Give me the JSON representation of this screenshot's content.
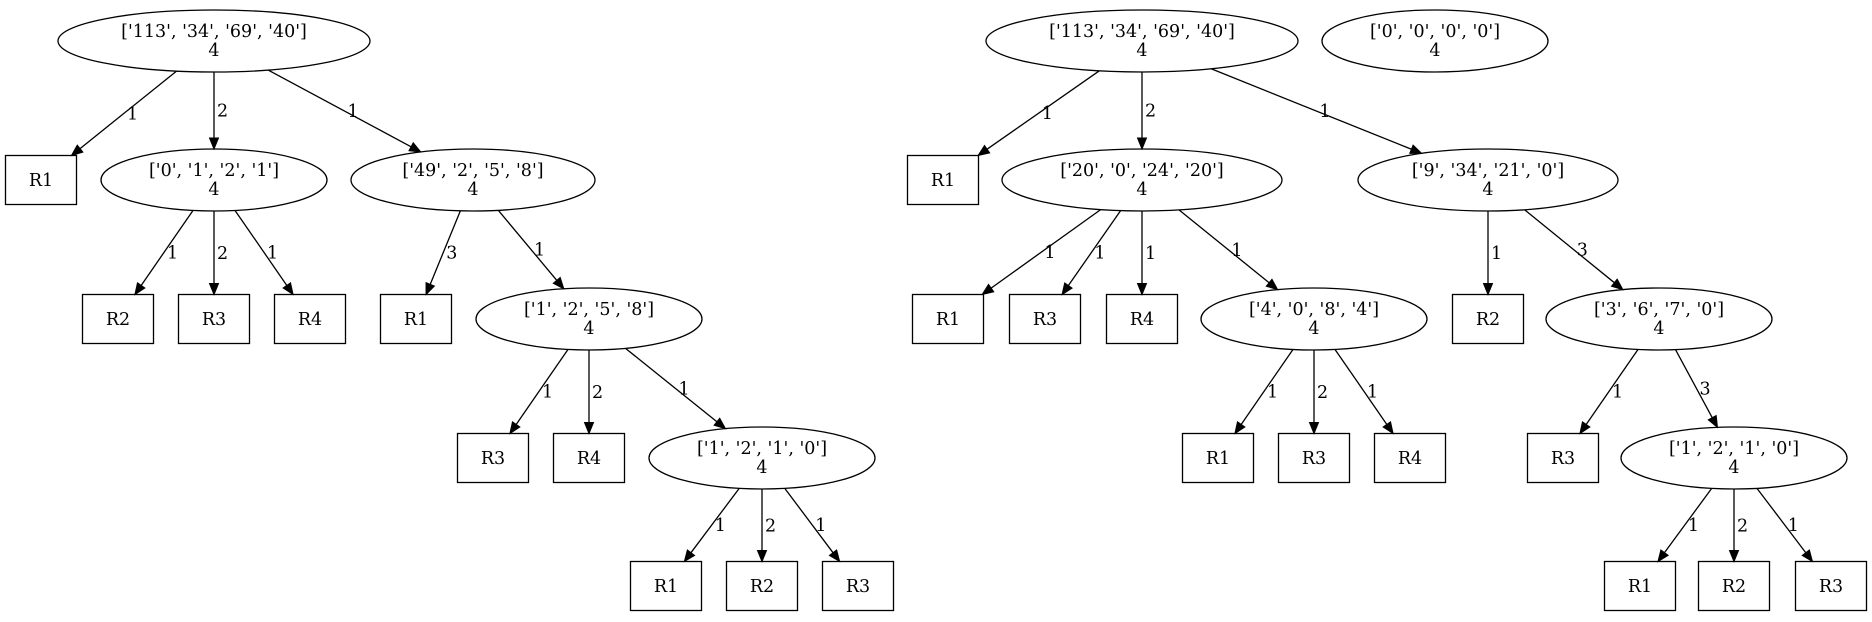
{
  "graph": {
    "nodes": [
      {
        "id": "a0",
        "kind": "state",
        "line1": "['113', '34', '69', '40']",
        "line2": "4"
      },
      {
        "id": "a1",
        "kind": "leaf",
        "label": "R1"
      },
      {
        "id": "a2",
        "kind": "state",
        "line1": "['0', '1', '2', '1']",
        "line2": "4"
      },
      {
        "id": "a3",
        "kind": "state",
        "line1": "['49', '2', '5', '8']",
        "line2": "4"
      },
      {
        "id": "a4",
        "kind": "leaf",
        "label": "R2"
      },
      {
        "id": "a5",
        "kind": "leaf",
        "label": "R3"
      },
      {
        "id": "a6",
        "kind": "leaf",
        "label": "R4"
      },
      {
        "id": "a7",
        "kind": "leaf",
        "label": "R1"
      },
      {
        "id": "a8",
        "kind": "state",
        "line1": "['1', '2', '5', '8']",
        "line2": "4"
      },
      {
        "id": "a9",
        "kind": "leaf",
        "label": "R3"
      },
      {
        "id": "a10",
        "kind": "leaf",
        "label": "R4"
      },
      {
        "id": "a11",
        "kind": "state",
        "line1": "['1', '2', '1', '0']",
        "line2": "4"
      },
      {
        "id": "a12",
        "kind": "leaf",
        "label": "R1"
      },
      {
        "id": "a13",
        "kind": "leaf",
        "label": "R2"
      },
      {
        "id": "a14",
        "kind": "leaf",
        "label": "R3"
      },
      {
        "id": "b0",
        "kind": "state",
        "line1": "['113', '34', '69', '40']",
        "line2": "4"
      },
      {
        "id": "b1",
        "kind": "leaf",
        "label": "R1"
      },
      {
        "id": "b2",
        "kind": "state",
        "line1": "['20', '0', '24', '20']",
        "line2": "4"
      },
      {
        "id": "b3",
        "kind": "state",
        "line1": "['9', '34', '21', '0']",
        "line2": "4"
      },
      {
        "id": "b4",
        "kind": "leaf",
        "label": "R1"
      },
      {
        "id": "b5",
        "kind": "leaf",
        "label": "R3"
      },
      {
        "id": "b6",
        "kind": "leaf",
        "label": "R4"
      },
      {
        "id": "b7",
        "kind": "state",
        "line1": "['4', '0', '8', '4']",
        "line2": "4"
      },
      {
        "id": "b8",
        "kind": "leaf",
        "label": "R1"
      },
      {
        "id": "b9",
        "kind": "leaf",
        "label": "R3"
      },
      {
        "id": "b10",
        "kind": "leaf",
        "label": "R4"
      },
      {
        "id": "b11",
        "kind": "leaf",
        "label": "R2"
      },
      {
        "id": "b12",
        "kind": "state",
        "line1": "['3', '6', '7', '0']",
        "line2": "4"
      },
      {
        "id": "b13",
        "kind": "leaf",
        "label": "R3"
      },
      {
        "id": "b14",
        "kind": "state",
        "line1": "['1', '2', '1', '0']",
        "line2": "4"
      },
      {
        "id": "b15",
        "kind": "leaf",
        "label": "R1"
      },
      {
        "id": "b16",
        "kind": "leaf",
        "label": "R2"
      },
      {
        "id": "b17",
        "kind": "leaf",
        "label": "R3"
      },
      {
        "id": "c0",
        "kind": "state",
        "line1": "['0', '0', '0', '0']",
        "line2": "4"
      }
    ],
    "edges": [
      {
        "from": "a0",
        "to": "a1",
        "label": "1"
      },
      {
        "from": "a0",
        "to": "a2",
        "label": "2"
      },
      {
        "from": "a0",
        "to": "a3",
        "label": "1"
      },
      {
        "from": "a2",
        "to": "a4",
        "label": "1"
      },
      {
        "from": "a2",
        "to": "a5",
        "label": "2"
      },
      {
        "from": "a2",
        "to": "a6",
        "label": "1"
      },
      {
        "from": "a3",
        "to": "a7",
        "label": "3"
      },
      {
        "from": "a3",
        "to": "a8",
        "label": "1"
      },
      {
        "from": "a8",
        "to": "a9",
        "label": "1"
      },
      {
        "from": "a8",
        "to": "a10",
        "label": "2"
      },
      {
        "from": "a8",
        "to": "a11",
        "label": "1"
      },
      {
        "from": "a11",
        "to": "a12",
        "label": "1"
      },
      {
        "from": "a11",
        "to": "a13",
        "label": "2"
      },
      {
        "from": "a11",
        "to": "a14",
        "label": "1"
      },
      {
        "from": "b0",
        "to": "b1",
        "label": "1"
      },
      {
        "from": "b0",
        "to": "b2",
        "label": "2"
      },
      {
        "from": "b0",
        "to": "b3",
        "label": "1"
      },
      {
        "from": "b2",
        "to": "b4",
        "label": "1"
      },
      {
        "from": "b2",
        "to": "b5",
        "label": "1"
      },
      {
        "from": "b2",
        "to": "b6",
        "label": "1"
      },
      {
        "from": "b2",
        "to": "b7",
        "label": "1"
      },
      {
        "from": "b7",
        "to": "b8",
        "label": "1"
      },
      {
        "from": "b7",
        "to": "b9",
        "label": "2"
      },
      {
        "from": "b7",
        "to": "b10",
        "label": "1"
      },
      {
        "from": "b3",
        "to": "b11",
        "label": "1"
      },
      {
        "from": "b3",
        "to": "b12",
        "label": "3"
      },
      {
        "from": "b12",
        "to": "b13",
        "label": "1"
      },
      {
        "from": "b12",
        "to": "b14",
        "label": "3"
      },
      {
        "from": "b14",
        "to": "b15",
        "label": "1"
      },
      {
        "from": "b14",
        "to": "b16",
        "label": "2"
      },
      {
        "from": "b14",
        "to": "b17",
        "label": "1"
      }
    ]
  }
}
